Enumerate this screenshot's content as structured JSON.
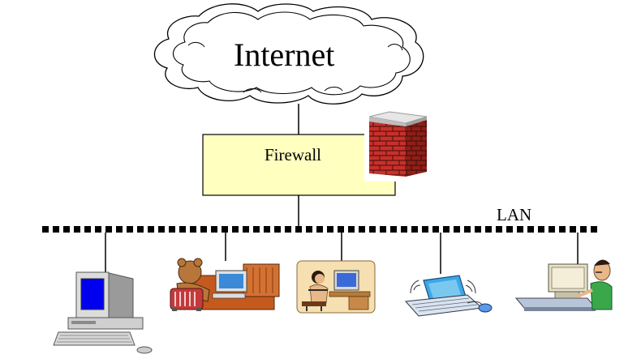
{
  "labels": {
    "internet": "Internet",
    "firewall": "Firewall",
    "lan": "LAN"
  },
  "colors": {
    "firewall_box": "#ffffc0",
    "brick": "#c8302a",
    "screen": "#0000ee",
    "monitor_screen": "#3a8ad8",
    "line": "#000000"
  },
  "icons": {
    "cloud": "cloud-icon",
    "firewall": "brick-wall-icon",
    "computer": "desktop-computer-icon",
    "workstations": [
      "person-at-desk-icon",
      "woman-at-desk-icon",
      "laptop-computer-icon",
      "man-at-workstation-icon"
    ]
  }
}
